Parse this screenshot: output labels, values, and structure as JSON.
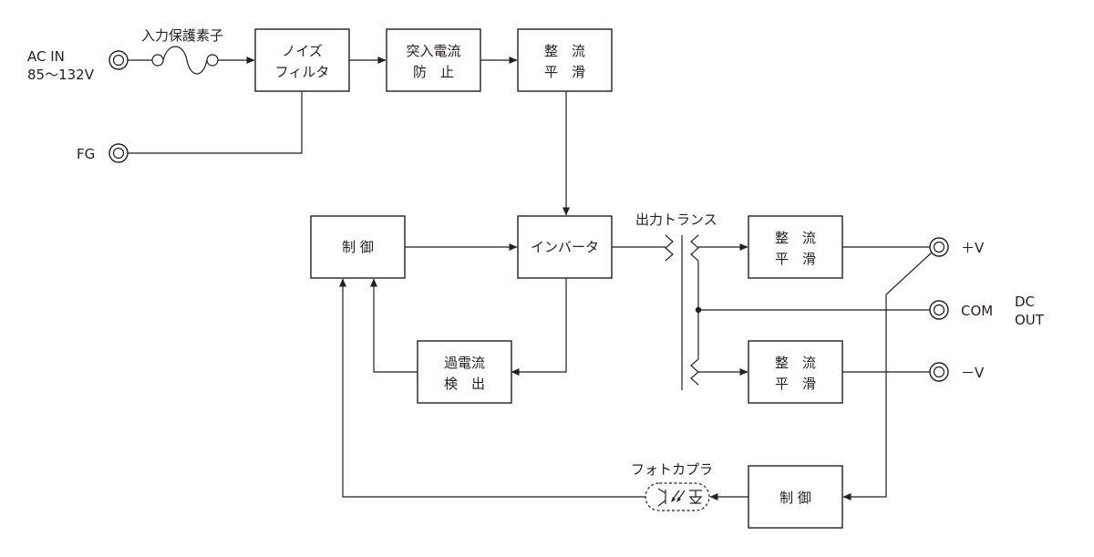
{
  "inputs": {
    "ac_in_line1": "AC IN",
    "ac_in_line2": "85〜132V",
    "fg": "FG",
    "protection_element": "入力保護素子"
  },
  "blocks": {
    "noise_filter": [
      "ノイズ",
      "フィルタ"
    ],
    "inrush_prevention": [
      "突入電流",
      "防　止"
    ],
    "rectifier_smoothing_1": [
      "整　流",
      "平　滑"
    ],
    "inverter": "インバータ",
    "control_primary": "制 御",
    "overcurrent_detect": [
      "過電流",
      "検　出"
    ],
    "rectifier_smoothing_pos": [
      "整　流",
      "平　滑"
    ],
    "rectifier_smoothing_neg": [
      "整　流",
      "平　滑"
    ],
    "control_secondary": "制 御"
  },
  "labels": {
    "output_transformer": "出力トランス",
    "photocoupler": "フォトカプラ"
  },
  "outputs": {
    "pos": "＋V",
    "com": "COM",
    "neg": "－V",
    "dc_out_line1": "DC",
    "dc_out_line2": "OUT"
  }
}
